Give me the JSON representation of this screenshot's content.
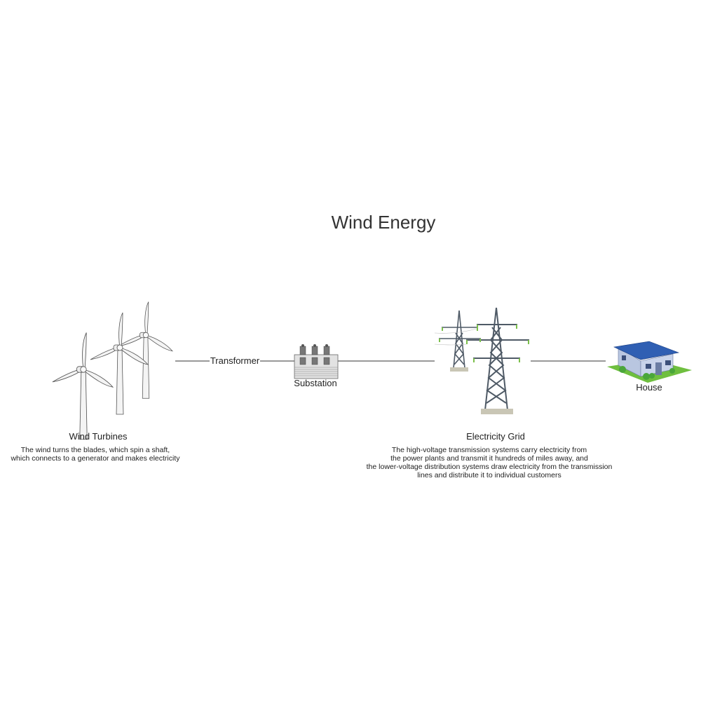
{
  "title": "Wind Energy",
  "nodes": {
    "turbines": {
      "label": "Wind Turbines",
      "description": [
        "The wind turns the blades, which spin a shaft,",
        "which connects to a generator and makes electricity"
      ]
    },
    "transformer": {
      "label": "Transformer"
    },
    "substation": {
      "label": "Substation"
    },
    "grid": {
      "label": "Electricity Grid",
      "description": [
        "The high-voltage transmission systems carry electricity from",
        "the power plants and transmit it hundreds of miles away, and",
        "the lower-voltage distribution systems draw electricity from the transmission",
        "lines and distribute it to individual customers"
      ]
    },
    "house": {
      "label": "House"
    }
  },
  "colors": {
    "line": "#333333",
    "tower": "#4f5a66",
    "insulator": "#7cc04b",
    "roof": "#2f5fb3",
    "wall": "#b9c6e0",
    "grass": "#6fbf3f"
  }
}
